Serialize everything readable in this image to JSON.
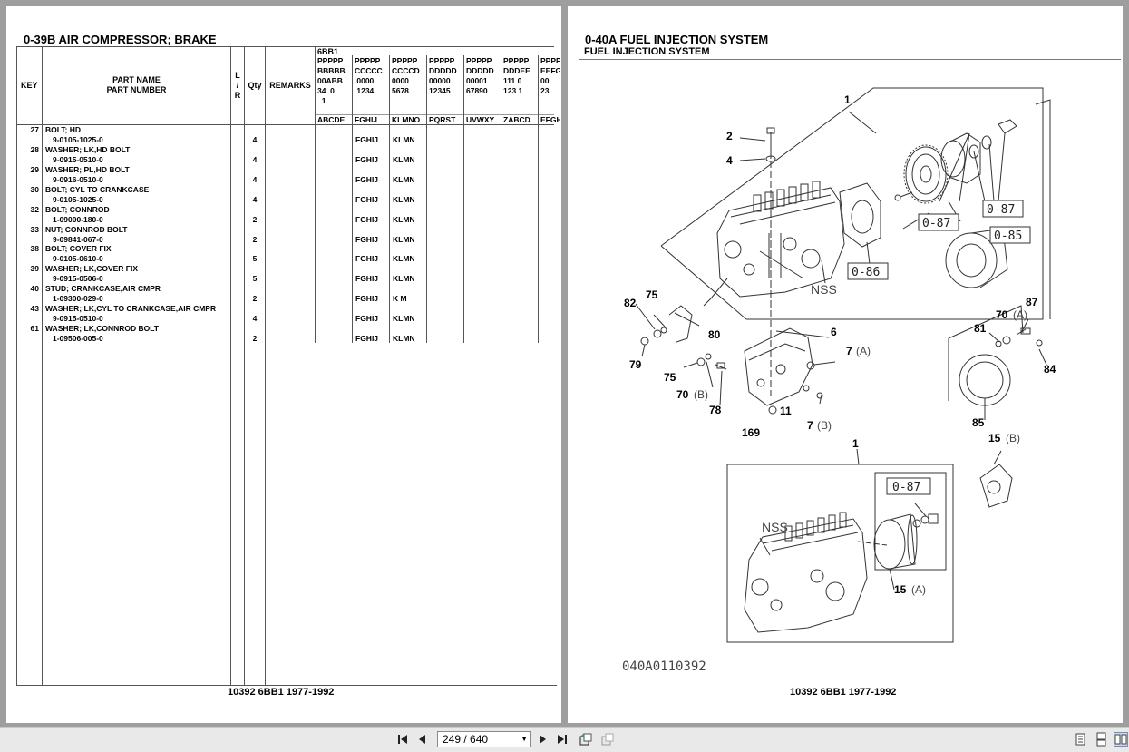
{
  "left_page": {
    "title": "0-39B  AIR COMPRESSOR; BRAKE",
    "model_group": "6BB1",
    "headers": {
      "key": "KEY",
      "part_name": "PART NAME",
      "part_number": "PART NUMBER",
      "lr": "L\n/\nR",
      "qty": "Qty",
      "remarks": "REMARKS"
    },
    "code_columns": [
      {
        "top": "PPPPP\nBBBBB\n00ABB\n34  0\n  1",
        "bottom": "ABCDE"
      },
      {
        "top": "PPPPP\nCCCCC\n 0000\n 1234",
        "bottom": "FGHIJ"
      },
      {
        "top": "PPPPP\nCCCCD\n0000\n5678",
        "bottom": "KLMNO"
      },
      {
        "top": "PPPPP\nDDDDD\n00000\n12345",
        "bottom": "PQRST"
      },
      {
        "top": "PPPPP\nDDDDD\n00001\n67890",
        "bottom": "UVWXY"
      },
      {
        "top": "PPPPP\nDDDEE\n111 0\n123 1",
        "bottom": "ZABCD"
      },
      {
        "top": "PPPPP\nEEFG\n00\n23",
        "bottom": "EFGH"
      }
    ],
    "rows": [
      {
        "key": "27",
        "name": "BOLT; HD",
        "number": "9-0105-1025-0",
        "qty": "4",
        "c2": "FGHIJ",
        "c3": "KLMN"
      },
      {
        "key": "28",
        "name": "WASHER; LK,HD BOLT",
        "number": "9-0915-0510-0",
        "qty": "4",
        "c2": "FGHIJ",
        "c3": "KLMN"
      },
      {
        "key": "29",
        "name": "WASHER; PL,HD BOLT",
        "number": "9-0916-0510-0",
        "qty": "4",
        "c2": "FGHIJ",
        "c3": "KLMN"
      },
      {
        "key": "30",
        "name": "BOLT; CYL TO CRANKCASE",
        "number": "9-0105-1025-0",
        "qty": "4",
        "c2": "FGHIJ",
        "c3": "KLMN"
      },
      {
        "key": "32",
        "name": "BOLT; CONNROD",
        "number": "1-09000-180-0",
        "qty": "2",
        "c2": "FGHIJ",
        "c3": "KLMN"
      },
      {
        "key": "33",
        "name": "NUT; CONNROD BOLT",
        "number": "9-09841-067-0",
        "qty": "2",
        "c2": "FGHIJ",
        "c3": "KLMN"
      },
      {
        "key": "38",
        "name": "BOLT; COVER FIX",
        "number": "9-0105-0610-0",
        "qty": "5",
        "c2": "FGHIJ",
        "c3": "KLMN"
      },
      {
        "key": "39",
        "name": "WASHER; LK,COVER FIX",
        "number": "9-0915-0506-0",
        "qty": "5",
        "c2": "FGHIJ",
        "c3": "KLMN"
      },
      {
        "key": "40",
        "name": "STUD; CRANKCASE,AIR CMPR",
        "number": "1-09300-029-0",
        "qty": "2",
        "c2": "FGHIJ",
        "c3": "K M"
      },
      {
        "key": "43",
        "name": "WASHER; LK,CYL TO CRANKCASE,AIR CMPR",
        "number": "9-0915-0510-0",
        "qty": "4",
        "c2": "FGHIJ",
        "c3": "KLMN"
      },
      {
        "key": "61",
        "name": "WASHER; LK,CONNROD BOLT",
        "number": "1-09506-005-0",
        "qty": "2",
        "c2": "FGHIJ",
        "c3": "KLMN"
      }
    ],
    "footer": "10392 6BB1 1977-1992"
  },
  "right_page": {
    "title": "0-40A  FUEL INJECTION SYSTEM",
    "subtitle": "FUEL INJECTION SYSTEM",
    "callouts": {
      "c1a": "1",
      "c2": "2",
      "c4": "4",
      "c6": "6",
      "c7a": "7",
      "c7a_sfx": "(A)",
      "c7b": "7",
      "c7b_sfx": "(B)",
      "c11": "11",
      "c169": "169",
      "c82": "82",
      "c75a": "75",
      "c80": "80",
      "c79": "79",
      "c75b": "75",
      "c70b": "70",
      "c70b_sfx": "(B)",
      "c78": "78",
      "c87": "87",
      "c70a": "70",
      "c70a_sfx": "(A)",
      "c81": "81",
      "c84": "84",
      "c85": "85",
      "c1b": "1",
      "c15b": "15",
      "c15b_sfx": "(B)",
      "c15a": "15",
      "c15a_sfx": "(A)",
      "nss1": "NSS",
      "nss2": "NSS",
      "ref087a": "0-87",
      "ref087b": "0-87",
      "ref085": "0-85",
      "ref086": "0-86",
      "ref087c": "0-87"
    },
    "figure_id": "040A0110392",
    "footer": "10392 6BB1 1977-1992"
  },
  "toolbar": {
    "page_indicator": "249 / 640"
  }
}
